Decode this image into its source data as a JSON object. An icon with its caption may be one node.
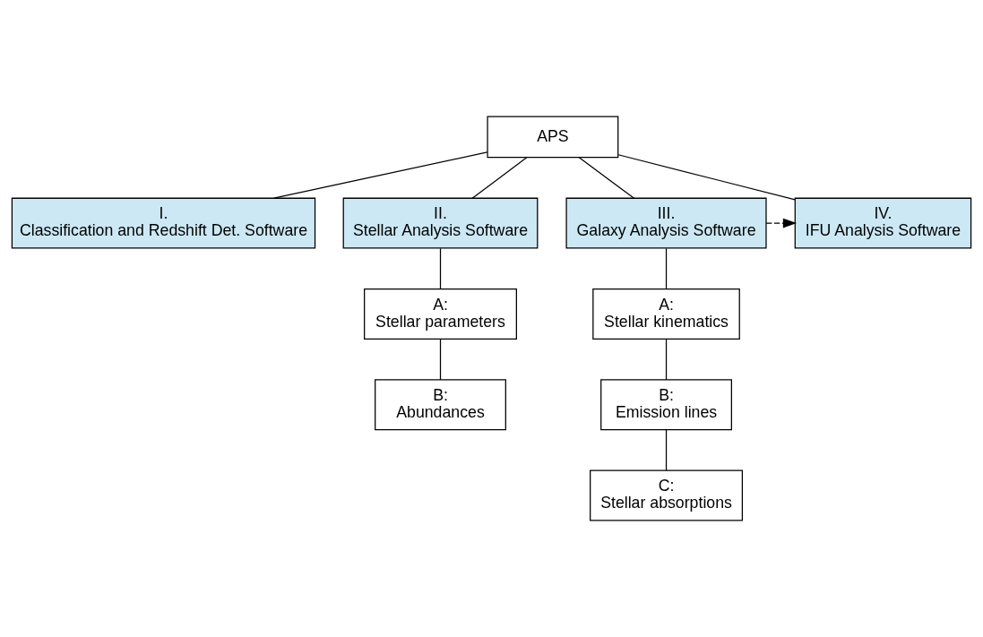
{
  "diagram": {
    "nodes": [
      {
        "text": [
          "APS"
        ]
      },
      {
        "text": [
          "I.",
          "Classification and Redshift Det. Software"
        ]
      },
      {
        "text": [
          "II.",
          "Stellar Analysis Software"
        ]
      },
      {
        "text": [
          "III.",
          "Galaxy Analysis Software"
        ]
      },
      {
        "text": [
          "IV.",
          "IFU Analysis Software"
        ]
      },
      {
        "text": [
          "A:",
          "Stellar parameters"
        ]
      },
      {
        "text": [
          "B:",
          "Abundances"
        ]
      },
      {
        "text": [
          "A:",
          "Stellar kinematics"
        ]
      },
      {
        "text": [
          "B:",
          "Emission lines"
        ]
      },
      {
        "text": [
          "C:",
          "Stellar absorptions"
        ]
      }
    ],
    "edges": [
      {
        "from": 0,
        "to": 1,
        "arrow": "none"
      },
      {
        "from": 0,
        "to": 2,
        "arrow": "none"
      },
      {
        "from": 0,
        "to": 3,
        "arrow": "none"
      },
      {
        "from": 0,
        "to": 4,
        "arrow": "none"
      },
      {
        "from": 3,
        "to": 4,
        "arrow": "to",
        "style": "dashed"
      },
      {
        "from": 2,
        "to": 5,
        "arrow": "none"
      },
      {
        "from": 5,
        "to": 6,
        "arrow": "none"
      },
      {
        "from": 3,
        "to": 7,
        "arrow": "none"
      },
      {
        "from": 7,
        "to": 8,
        "arrow": "none"
      },
      {
        "from": 8,
        "to": 9,
        "arrow": "none"
      }
    ]
  }
}
